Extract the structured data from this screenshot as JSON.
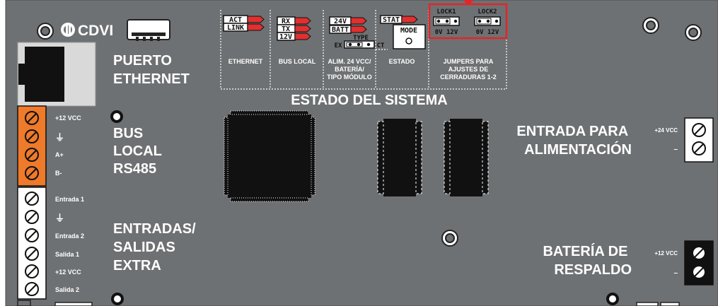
{
  "brand": {
    "name": "CDVI"
  },
  "labels": {
    "ethernet_port": [
      "PUERTO",
      "ETHERNET"
    ],
    "local_bus": [
      "BUS",
      "LOCAL",
      "RS485"
    ],
    "extra_io": [
      "ENTRADAS/",
      "SALIDAS",
      "EXTRA"
    ],
    "power_input": [
      "ENTRADA PARA",
      "ALIMENTACIÓN"
    ],
    "backup_battery": [
      "BATERÍA DE",
      "RESPALDO"
    ],
    "system_status": "ESTADO DEL SISTEMA"
  },
  "led_groups": [
    {
      "title": [
        "ETHERNET"
      ],
      "leds": [
        "ACT",
        "LINK"
      ]
    },
    {
      "title": [
        "BUS LOCAL"
      ],
      "leds": [
        "RX",
        "TX",
        "12V"
      ]
    },
    {
      "title": [
        "ALIM. 24 VCC/",
        "BATERÍA/",
        "TIPO MÓDULO"
      ],
      "leds": [
        "24V",
        "BATT"
      ],
      "type_label": "TYPE",
      "type_left": "EX",
      "type_right": "CT"
    },
    {
      "title": [
        "ESTADO"
      ],
      "leds": [
        "STAT"
      ],
      "mode_label": "MODE"
    },
    {
      "title": [
        "JUMPERS PARA",
        "AJUSTES DE",
        "CERRADURAS 1-2"
      ],
      "jumpers": [
        {
          "name": "LOCK1",
          "scale": "0V 12V"
        },
        {
          "name": "LOCK2",
          "scale": "0V 12V"
        }
      ]
    }
  ],
  "terminals": {
    "local_bus": [
      "+12 VCC",
      "⏚",
      "A+",
      "B-"
    ],
    "extra_io": [
      "Entrada 1",
      "⏚",
      "Entrada 2",
      "Salida 1",
      "+12 VCC",
      "Salida 2"
    ],
    "power_input": [
      "+24 VCC",
      "–"
    ],
    "backup_battery": [
      "+12 VCC",
      "–"
    ]
  },
  "colors": {
    "board": "#6e7173",
    "led": "#e03030",
    "terminal_orange": "#ee7a2a",
    "highlight": "#e0262b"
  }
}
